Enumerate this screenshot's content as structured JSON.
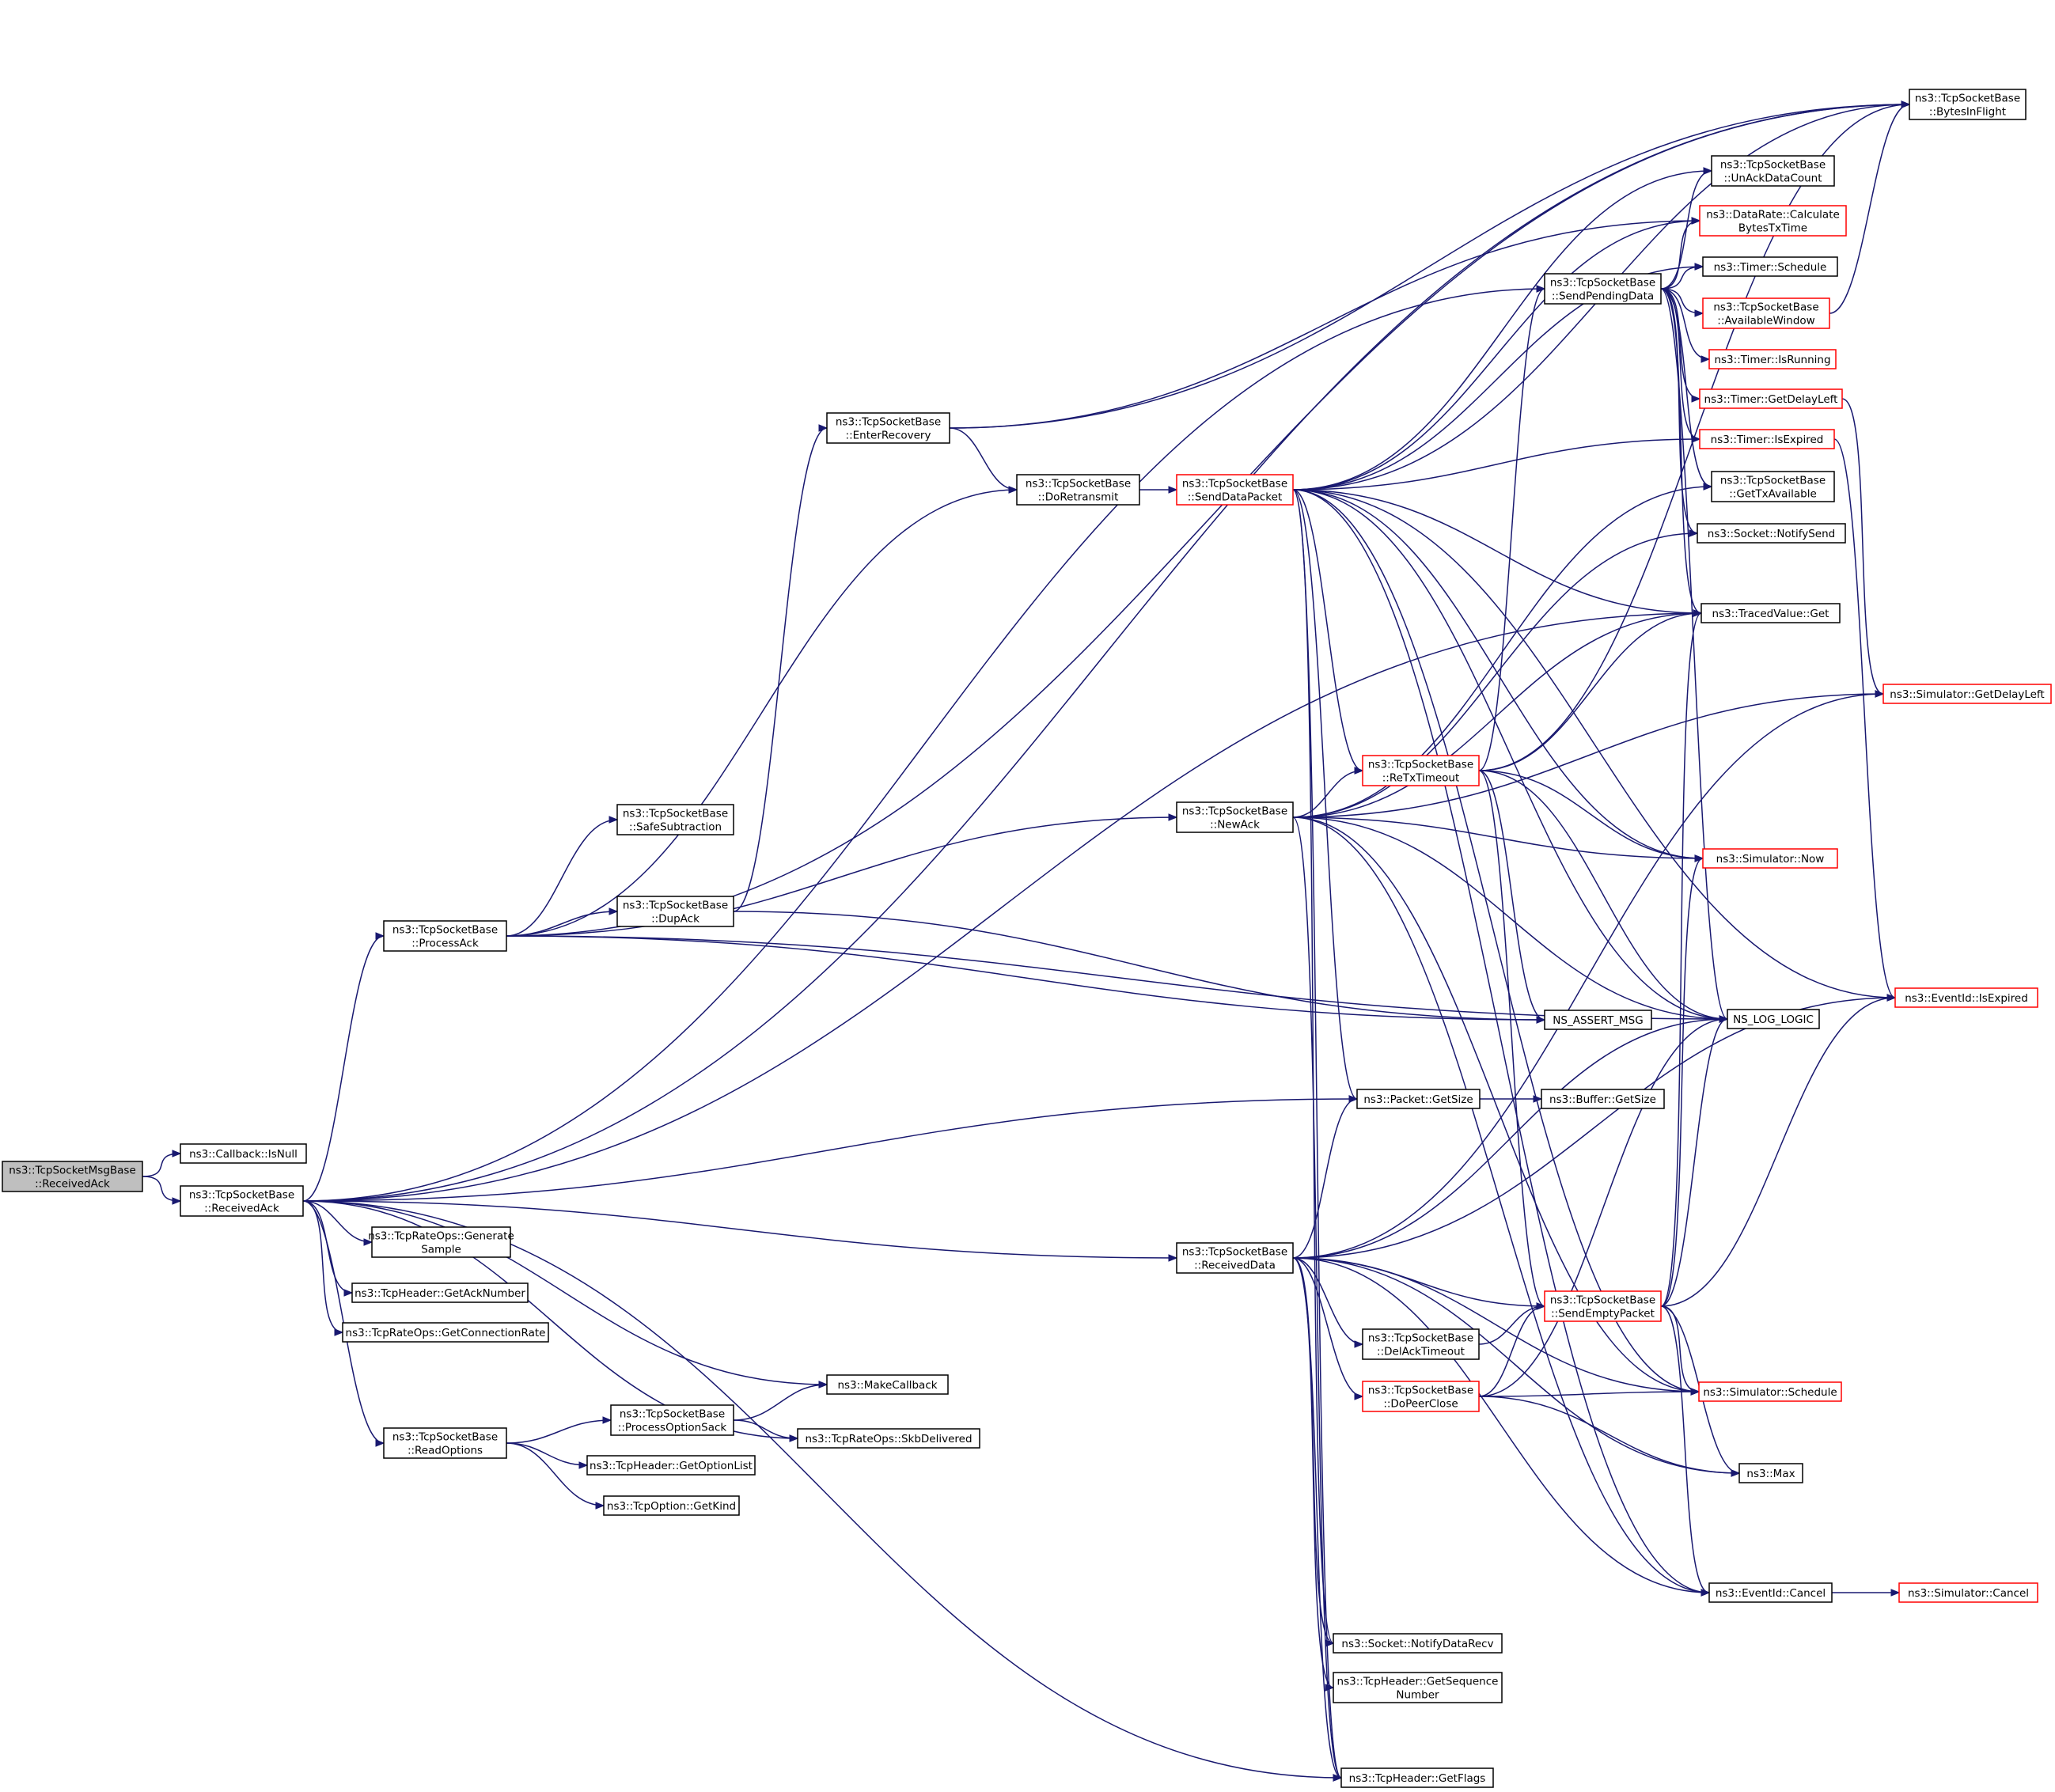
{
  "colors": {
    "edge": "#191970",
    "border": "#000000",
    "border_incomplete": "#ff0000",
    "root_fill": "#bfbfbf"
  },
  "nodes": [
    {
      "id": "root",
      "lines": [
        "ns3::TcpSocketMsgBase",
        "::ReceivedAck"
      ],
      "style": "root"
    },
    {
      "id": "isnull",
      "lines": [
        "ns3::Callback::IsNull"
      ]
    },
    {
      "id": "ra",
      "lines": [
        "ns3::TcpSocketBase",
        "::ReceivedAck"
      ]
    },
    {
      "id": "gensample",
      "lines": [
        "ns3::TcpRateOps::Generate",
        "Sample"
      ]
    },
    {
      "id": "getacknum",
      "lines": [
        "ns3::TcpHeader::GetAckNumber"
      ]
    },
    {
      "id": "getconnrate",
      "lines": [
        "ns3::TcpRateOps::GetConnectionRate"
      ]
    },
    {
      "id": "makecb",
      "lines": [
        "ns3::MakeCallback"
      ]
    },
    {
      "id": "readopts",
      "lines": [
        "ns3::TcpSocketBase",
        "::ReadOptions"
      ]
    },
    {
      "id": "procsack",
      "lines": [
        "ns3::TcpSocketBase",
        "::ProcessOptionSack"
      ]
    },
    {
      "id": "skbdel",
      "lines": [
        "ns3::TcpRateOps::SkbDelivered"
      ]
    },
    {
      "id": "getoptlist",
      "lines": [
        "ns3::TcpHeader::GetOptionList"
      ]
    },
    {
      "id": "getkind",
      "lines": [
        "ns3::TcpOption::GetKind"
      ]
    },
    {
      "id": "procack",
      "lines": [
        "ns3::TcpSocketBase",
        "::ProcessAck"
      ]
    },
    {
      "id": "safesub",
      "lines": [
        "ns3::TcpSocketBase",
        "::SafeSubtraction"
      ]
    },
    {
      "id": "dupack",
      "lines": [
        "ns3::TcpSocketBase",
        "::DupAck"
      ]
    },
    {
      "id": "enterrec",
      "lines": [
        "ns3::TcpSocketBase",
        "::EnterRecovery"
      ]
    },
    {
      "id": "doretx",
      "lines": [
        "ns3::TcpSocketBase",
        "::DoRetransmit"
      ]
    },
    {
      "id": "senddata",
      "lines": [
        "ns3::TcpSocketBase",
        "::SendDataPacket"
      ],
      "style": "red"
    },
    {
      "id": "newack",
      "lines": [
        "ns3::TcpSocketBase",
        "::NewAck"
      ]
    },
    {
      "id": "recvdata",
      "lines": [
        "ns3::TcpSocketBase",
        "::ReceivedData"
      ]
    },
    {
      "id": "retxto",
      "lines": [
        "ns3::TcpSocketBase",
        "::ReTxTimeout"
      ],
      "style": "red"
    },
    {
      "id": "sendpend",
      "lines": [
        "ns3::TcpSocketBase",
        "::SendPendingData"
      ]
    },
    {
      "id": "assert",
      "lines": [
        "NS_ASSERT_MSG"
      ]
    },
    {
      "id": "pktsize",
      "lines": [
        "ns3::Packet::GetSize"
      ]
    },
    {
      "id": "bufsize",
      "lines": [
        "ns3::Buffer::GetSize"
      ]
    },
    {
      "id": "sendempty",
      "lines": [
        "ns3::TcpSocketBase",
        "::SendEmptyPacket"
      ],
      "style": "red"
    },
    {
      "id": "delack",
      "lines": [
        "ns3::TcpSocketBase",
        "::DelAckTimeout"
      ]
    },
    {
      "id": "peerclose",
      "lines": [
        "ns3::TcpSocketBase",
        "::DoPeerClose"
      ],
      "style": "red"
    },
    {
      "id": "notifyrecv",
      "lines": [
        "ns3::Socket::NotifyDataRecv"
      ]
    },
    {
      "id": "getseq",
      "lines": [
        "ns3::TcpHeader::GetSequence",
        "Number"
      ]
    },
    {
      "id": "getflags",
      "lines": [
        "ns3::TcpHeader::GetFlags"
      ]
    },
    {
      "id": "bytesinflight",
      "lines": [
        "ns3::TcpSocketBase",
        "::BytesInFlight"
      ]
    },
    {
      "id": "unack",
      "lines": [
        "ns3::TcpSocketBase",
        "::UnAckDataCount"
      ]
    },
    {
      "id": "calcbytes",
      "lines": [
        "ns3::DataRate::Calculate",
        "BytesTxTime"
      ],
      "style": "red"
    },
    {
      "id": "timersched",
      "lines": [
        "ns3::Timer::Schedule"
      ]
    },
    {
      "id": "availwin",
      "lines": [
        "ns3::TcpSocketBase",
        "::AvailableWindow"
      ],
      "style": "red"
    },
    {
      "id": "isrunning",
      "lines": [
        "ns3::Timer::IsRunning"
      ],
      "style": "red"
    },
    {
      "id": "getdelayleft",
      "lines": [
        "ns3::Timer::GetDelayLeft"
      ],
      "style": "red"
    },
    {
      "id": "timerexpired",
      "lines": [
        "ns3::Timer::IsExpired"
      ],
      "style": "red"
    },
    {
      "id": "gettxavail",
      "lines": [
        "ns3::TcpSocketBase",
        "::GetTxAvailable"
      ]
    },
    {
      "id": "notifysend",
      "lines": [
        "ns3::Socket::NotifySend"
      ]
    },
    {
      "id": "tracedget",
      "lines": [
        "ns3::TracedValue::Get"
      ]
    },
    {
      "id": "simnow",
      "lines": [
        "ns3::Simulator::Now"
      ],
      "style": "red"
    },
    {
      "id": "nslog",
      "lines": [
        "NS_LOG_LOGIC"
      ]
    },
    {
      "id": "simsched",
      "lines": [
        "ns3::Simulator::Schedule"
      ],
      "style": "red"
    },
    {
      "id": "max",
      "lines": [
        "ns3::Max"
      ]
    },
    {
      "id": "cancel",
      "lines": [
        "ns3::EventId::Cancel"
      ]
    },
    {
      "id": "simdelay",
      "lines": [
        "ns3::Simulator::GetDelayLeft"
      ],
      "style": "red"
    },
    {
      "id": "evexpired",
      "lines": [
        "ns3::EventId::IsExpired"
      ],
      "style": "red"
    },
    {
      "id": "simcancel",
      "lines": [
        "ns3::Simulator::Cancel"
      ],
      "style": "red"
    }
  ],
  "edges": [
    [
      "root",
      "isnull"
    ],
    [
      "root",
      "ra"
    ],
    [
      "ra",
      "bytesinflight"
    ],
    [
      "ra",
      "sendpend"
    ],
    [
      "ra",
      "tracedget"
    ],
    [
      "ra",
      "procack"
    ],
    [
      "ra",
      "pktsize"
    ],
    [
      "ra",
      "recvdata"
    ],
    [
      "ra",
      "getflags"
    ],
    [
      "ra",
      "gensample"
    ],
    [
      "ra",
      "getacknum"
    ],
    [
      "ra",
      "getconnrate"
    ],
    [
      "ra",
      "makecb"
    ],
    [
      "ra",
      "readopts"
    ],
    [
      "ra",
      "skbdel"
    ],
    [
      "readopts",
      "procsack"
    ],
    [
      "readopts",
      "getoptlist"
    ],
    [
      "readopts",
      "getkind"
    ],
    [
      "procsack",
      "makecb"
    ],
    [
      "procsack",
      "skbdel"
    ],
    [
      "procack",
      "bytesinflight"
    ],
    [
      "procack",
      "safesub"
    ],
    [
      "procack",
      "doretx"
    ],
    [
      "procack",
      "dupack"
    ],
    [
      "procack",
      "newack"
    ],
    [
      "procack",
      "assert"
    ],
    [
      "procack",
      "nslog"
    ],
    [
      "dupack",
      "enterrec"
    ],
    [
      "dupack",
      "assert"
    ],
    [
      "enterrec",
      "bytesinflight"
    ],
    [
      "enterrec",
      "calcbytes"
    ],
    [
      "enterrec",
      "doretx"
    ],
    [
      "doretx",
      "senddata"
    ],
    [
      "senddata",
      "bytesinflight"
    ],
    [
      "senddata",
      "unack"
    ],
    [
      "senddata",
      "calcbytes"
    ],
    [
      "senddata",
      "timersched"
    ],
    [
      "senddata",
      "timerexpired"
    ],
    [
      "senddata",
      "tracedget"
    ],
    [
      "senddata",
      "simnow"
    ],
    [
      "senddata",
      "evexpired"
    ],
    [
      "senddata",
      "retxto"
    ],
    [
      "senddata",
      "pktsize"
    ],
    [
      "senddata",
      "nslog"
    ],
    [
      "senddata",
      "simsched"
    ],
    [
      "senddata",
      "cancel"
    ],
    [
      "senddata",
      "notifyrecv"
    ],
    [
      "senddata",
      "getflags"
    ],
    [
      "newack",
      "gettxavail"
    ],
    [
      "newack",
      "notifysend"
    ],
    [
      "newack",
      "tracedget"
    ],
    [
      "newack",
      "simdelay"
    ],
    [
      "newack",
      "retxto"
    ],
    [
      "newack",
      "simnow"
    ],
    [
      "newack",
      "nslog"
    ],
    [
      "newack",
      "simsched"
    ],
    [
      "newack",
      "cancel"
    ],
    [
      "newack",
      "getflags"
    ],
    [
      "retxto",
      "sendpend"
    ],
    [
      "retxto",
      "bytesinflight"
    ],
    [
      "retxto",
      "tracedget"
    ],
    [
      "retxto",
      "simnow"
    ],
    [
      "retxto",
      "nslog"
    ],
    [
      "retxto",
      "assert"
    ],
    [
      "retxto",
      "sendempty"
    ],
    [
      "sendpend",
      "unack"
    ],
    [
      "sendpend",
      "calcbytes"
    ],
    [
      "sendpend",
      "timersched"
    ],
    [
      "sendpend",
      "availwin"
    ],
    [
      "sendpend",
      "isrunning"
    ],
    [
      "sendpend",
      "getdelayleft"
    ],
    [
      "sendpend",
      "timerexpired"
    ],
    [
      "sendpend",
      "gettxavail"
    ],
    [
      "sendpend",
      "notifysend"
    ],
    [
      "sendpend",
      "tracedget"
    ],
    [
      "sendpend",
      "nslog"
    ],
    [
      "availwin",
      "bytesinflight"
    ],
    [
      "getdelayleft",
      "simdelay"
    ],
    [
      "timerexpired",
      "evexpired"
    ],
    [
      "pktsize",
      "bufsize"
    ],
    [
      "recvdata",
      "pktsize"
    ],
    [
      "recvdata",
      "nslog"
    ],
    [
      "recvdata",
      "simdelay"
    ],
    [
      "recvdata",
      "evexpired"
    ],
    [
      "recvdata",
      "sendempty"
    ],
    [
      "recvdata",
      "delack"
    ],
    [
      "recvdata",
      "peerclose"
    ],
    [
      "recvdata",
      "simsched"
    ],
    [
      "recvdata",
      "max"
    ],
    [
      "recvdata",
      "cancel"
    ],
    [
      "recvdata",
      "notifyrecv"
    ],
    [
      "recvdata",
      "getseq"
    ],
    [
      "recvdata",
      "getflags"
    ],
    [
      "delack",
      "sendempty"
    ],
    [
      "peerclose",
      "sendempty"
    ],
    [
      "peerclose",
      "nslog"
    ],
    [
      "peerclose",
      "simsched"
    ],
    [
      "peerclose",
      "max"
    ],
    [
      "sendempty",
      "tracedget"
    ],
    [
      "sendempty",
      "simnow"
    ],
    [
      "sendempty",
      "nslog"
    ],
    [
      "sendempty",
      "evexpired"
    ],
    [
      "sendempty",
      "simsched"
    ],
    [
      "sendempty",
      "max"
    ],
    [
      "sendempty",
      "cancel"
    ],
    [
      "cancel",
      "simcancel"
    ]
  ]
}
